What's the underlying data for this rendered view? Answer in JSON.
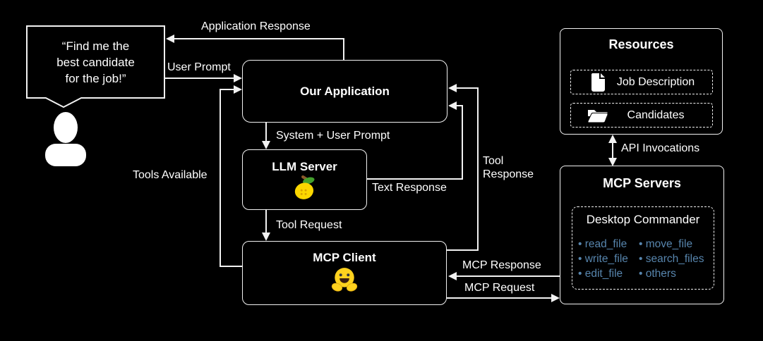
{
  "colors": {
    "background": "#000000",
    "line": "#f2f2f2",
    "text": "#ffffff",
    "tool_link_blue": "#5785ad",
    "lemon_yellow": "#fcd700",
    "leaf_green": "#43a02c",
    "face_yellow": "#ffd21e"
  },
  "icons": {
    "user": "person-silhouette-icon",
    "job_description": "document-icon",
    "candidates": "open-folder-icon",
    "llm_server": "lemon-icon",
    "mcp_client": "hugging-face-icon"
  },
  "speech_bubble": {
    "text": "“Find me the\nbest candidate\nfor the job!”"
  },
  "nodes": {
    "application": {
      "title": "Our Application"
    },
    "llm_server": {
      "title": "LLM Server"
    },
    "mcp_client": {
      "title": "MCP Client"
    },
    "resources": {
      "title": "Resources",
      "items": [
        {
          "label": "Job Description"
        },
        {
          "label": "Candidates"
        }
      ]
    },
    "mcp_servers": {
      "title": "MCP Servers",
      "group": {
        "title": "Desktop Commander",
        "tools_col1": [
          "read_file",
          "write_file",
          "edit_file"
        ],
        "tools_col2": [
          "move_file",
          "search_files",
          "others"
        ]
      }
    }
  },
  "edge_labels": {
    "application_response": "Application Response",
    "user_prompt": "User Prompt",
    "tools_available": "Tools Available",
    "system_user_prompt": "System + User Prompt",
    "text_response": "Text Response",
    "tool_request": "Tool Request",
    "tool_response": "Tool\nResponse",
    "mcp_response": "MCP Response",
    "mcp_request": "MCP Request",
    "api_invocations": "API Invocations"
  }
}
